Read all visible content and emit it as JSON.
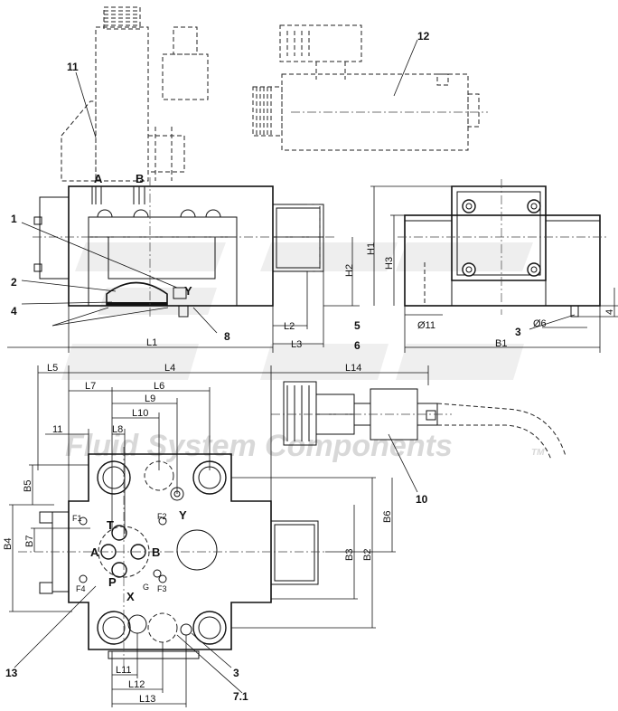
{
  "watermark": {
    "company": "Fluid System Components",
    "trademark": "TM"
  },
  "callouts": [
    "1",
    "2",
    "3",
    "4",
    "5",
    "6",
    "7.1",
    "8",
    "10",
    "11",
    "12",
    "13"
  ],
  "port_labels": {
    "A": "A",
    "B": "B",
    "T": "T",
    "P": "P",
    "X": "X",
    "Y": "Y",
    "G": "G"
  },
  "fixing_labels": [
    "F1",
    "F2",
    "F3",
    "F4"
  ],
  "dimension_labels": {
    "L1": "L1",
    "L2": "L2",
    "L3": "L3",
    "L4": "L4",
    "L5": "L5",
    "L6": "L6",
    "L7": "L7",
    "L8": "L8",
    "L9": "L9",
    "L10": "L10",
    "L11": "L11",
    "L12": "L12",
    "L13": "L13",
    "L14": "L14",
    "H1": "H1",
    "H2": "H2",
    "H3": "H3",
    "B1": "B1",
    "B2": "B2",
    "B3": "B3",
    "B4": "B4",
    "B5": "B5",
    "B6": "B6",
    "B7": "B7",
    "d11": "Ø11",
    "d6": "Ø6",
    "n4": "4",
    "n11": "11"
  },
  "colors": {
    "line": "#111111",
    "watermark": "#d8d8d8"
  }
}
